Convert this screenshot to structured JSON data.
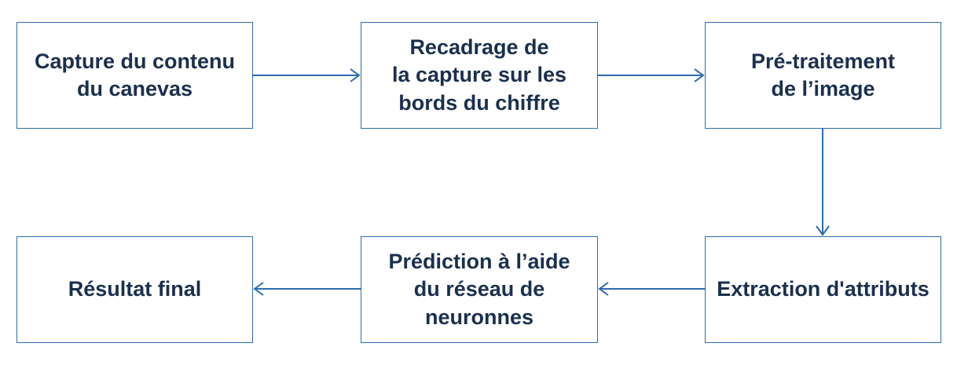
{
  "colors": {
    "border": "#2e6bb0",
    "text": "#1b2f4e",
    "arrow": "#2e6bb0",
    "background": "#ffffff"
  },
  "nodes": [
    {
      "id": "capture",
      "label": "Capture du contenu\ndu canevas"
    },
    {
      "id": "recadrage",
      "label": "Recadrage de\nla capture sur les\nbords du chiffre"
    },
    {
      "id": "pretraitement",
      "label": "Pré-traitement\nde l’image"
    },
    {
      "id": "extraction",
      "label": "Extraction d'attributs"
    },
    {
      "id": "prediction",
      "label": "Prédiction à l’aide\ndu réseau de\nneuronnes"
    },
    {
      "id": "resultat",
      "label": "Résultat final"
    }
  ],
  "edges": [
    {
      "from": "capture",
      "to": "recadrage"
    },
    {
      "from": "recadrage",
      "to": "pretraitement"
    },
    {
      "from": "pretraitement",
      "to": "extraction"
    },
    {
      "from": "extraction",
      "to": "prediction"
    },
    {
      "from": "prediction",
      "to": "resultat"
    }
  ]
}
